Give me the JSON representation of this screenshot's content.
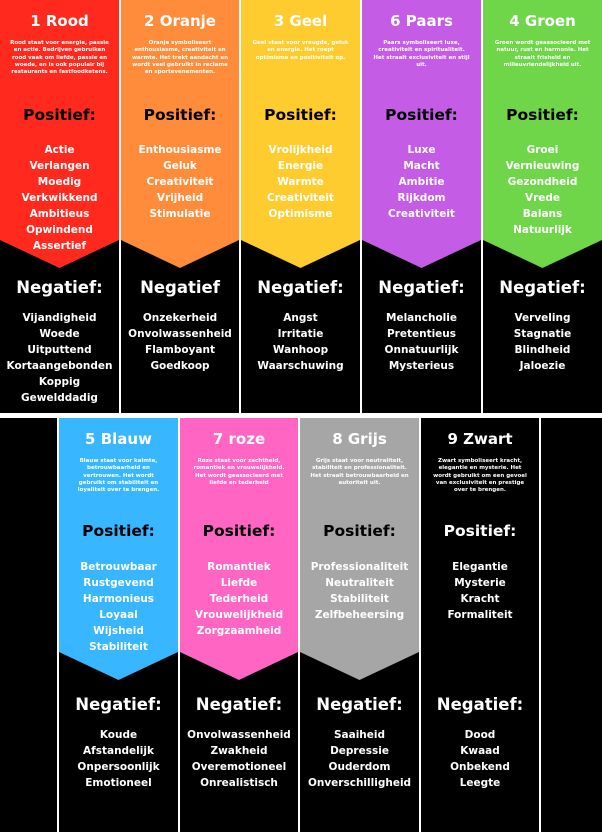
{
  "row1": [
    {
      "title": "1 Rood",
      "color": "#ff2a1d",
      "description": "Rood staat voor energie, passie en actie. Bedrijven gebruiken rood vaak om liefde, passie en woede, en is ook populair bij restaurants en fastfoodketens.",
      "positive_label": "Positief:",
      "positive": [
        "Actie",
        "Verlangen",
        "Moedig",
        "Verkwikkend",
        "Ambitieus",
        "Opwindend",
        "Assertief"
      ],
      "negative_label": "Negatief:",
      "negative": [
        "Vijandigheid",
        "Woede",
        "Uitputtend",
        "Kortaangebonden",
        "Koppig",
        "Gewelddadig"
      ]
    },
    {
      "title": "2 Oranje",
      "color": "#ff8c3a",
      "description": "Oranje symboliseert enthousiasme, creativiteit en warmte. Het trekt aandacht en wordt veel gebruikt in reclame en sportevenementen.",
      "positive_label": "Positief:",
      "positive": [
        "Enthousiasme",
        "Geluk",
        "Creativiteit",
        "Vrijheid",
        "Stimulatie"
      ],
      "negative_label": "Negatief",
      "negative": [
        "Onzekerheid",
        "Onvolwassenheid",
        "Flamboyant",
        "Goedkoop"
      ]
    },
    {
      "title": "3 Geel",
      "color": "#ffcc2f",
      "description": "Geel staat voor vreugde, geluk en energie. Het roept optimisme en positiviteit op.",
      "positive_label": "Positief:",
      "positive": [
        "Vrolijkheid",
        "Energie",
        "Warmte",
        "Creativiteit",
        "Optimisme"
      ],
      "negative_label": "Negatief:",
      "negative": [
        "Angst",
        "Irritatie",
        "Wanhoop",
        "Waarschuwing"
      ]
    },
    {
      "title": "6 Paars",
      "color": "#c45ce6",
      "description": "Paars symboliseert luxe, creativiteit en spiritualiteit. Het straalt exclusiviteit en stijl uit.",
      "positive_label": "Positief:",
      "positive": [
        "Luxe",
        "Macht",
        "Ambitie",
        "Rijkdom",
        "Creativiteit"
      ],
      "negative_label": "Negatief:",
      "negative": [
        "Melancholie",
        "Pretentieus",
        "Onnatuurlijk",
        "Mysterieus"
      ]
    },
    {
      "title": "4 Groen",
      "color": "#6fd64a",
      "description": "Groen wordt geassocieerd met natuur, rust en harmonie. Het straalt frisheid en milieuvriendelijkheid uit.",
      "positive_label": "Positief:",
      "positive": [
        "Groei",
        "Vernieuwing",
        "Gezondheid",
        "Vrede",
        "Balans",
        "Natuurlijk"
      ],
      "negative_label": "Negatief:",
      "negative": [
        "Verveling",
        "Stagnatie",
        "Blindheid",
        "Jaloezie"
      ]
    }
  ],
  "row2": [
    {
      "title": "5 Blauw",
      "color": "#38b6ff",
      "description": "Blauw staat voor kalmte, betrouwbaarheid en vertrouwen. Het wordt gebruikt om stabiliteit en loyaliteit over te brengen.",
      "positive_label": "Positief:",
      "positive": [
        "Betrouwbaar",
        "Rustgevend",
        "Harmonieus",
        "Loyaal",
        "Wijsheid",
        "Stabiliteit"
      ],
      "negative_label": "Negatief:",
      "negative": [
        "Koude",
        "Afstandelijk",
        "Onpersoonlijk",
        "Emotioneel"
      ]
    },
    {
      "title": "7 roze",
      "color": "#ff66c4",
      "description": "Roze staat voor zachtheid, romantiek en vrouwelijkheid. Het wordt geassocieerd met liefde en tederheid",
      "positive_label": "Positief:",
      "positive": [
        "Romantiek",
        "Liefde",
        "Tederheid",
        "Vrouwelijkheid",
        "Zorgzaamheid"
      ],
      "negative_label": "Negatief:",
      "negative": [
        "Onvolwassenheid",
        "Zwakheid",
        "Overemotioneel",
        "Onrealistisch"
      ]
    },
    {
      "title": "8 Grijs",
      "color": "#a6a6a6",
      "description": "Grijs staat voor neutraliteit, stabiliteit en professionaliteit. Het straalt betrouwbaarheid en autoriteit uit.",
      "positive_label": "Positief:",
      "positive": [
        "Professionaliteit",
        "Neutraliteit",
        "Stabiliteit",
        "Zelfbeheersing"
      ],
      "negative_label": "Negatief:",
      "negative": [
        "Saaiheid",
        "Depressie",
        "Ouderdom",
        "Onverschilligheid"
      ]
    },
    {
      "title": "9 Zwart",
      "color": "#000000",
      "description": "Zwart symboliseert kracht, elegantie en mysterie. Het wordt gebruikt om een gevoel van exclusiviteit en prestige over te brengen.",
      "positive_label": "Positief:",
      "positive": [
        "Elegantie",
        "Mysterie",
        "Kracht",
        "Formaliteit"
      ],
      "negative_label": "Negatief:",
      "negative": [
        "Dood",
        "Kwaad",
        "Onbekend",
        "Leegte"
      ]
    }
  ]
}
